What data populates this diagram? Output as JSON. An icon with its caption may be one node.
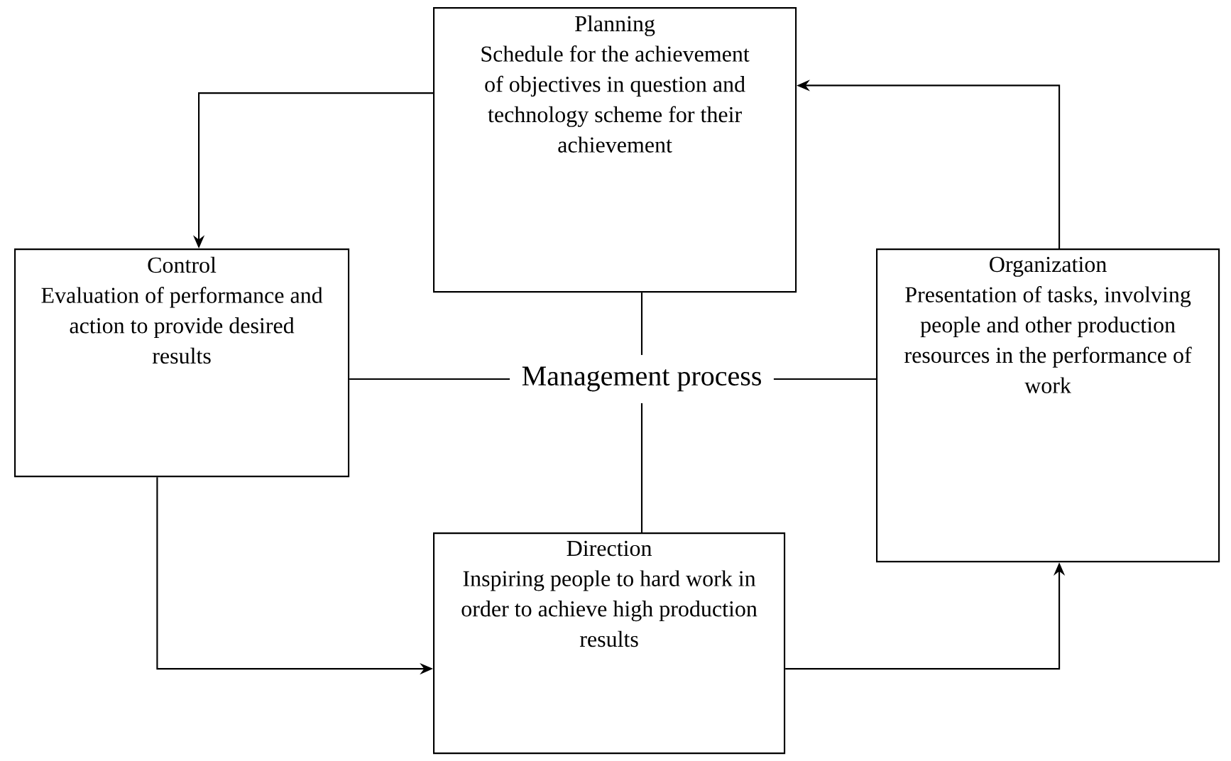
{
  "diagram": {
    "nodes": [
      {
        "text": [
          "Planning",
          "Schedule for the achievement of objectives in question and technology scheme for their achievement"
        ]
      },
      {
        "text": [
          "Control",
          "Evaluation of performance and action to provide desired results"
        ]
      },
      {
        "text": [
          "Management process"
        ]
      },
      {
        "text": [
          "Organization",
          "Presentation of tasks, involving people and other production resources in the performance of work"
        ]
      },
      {
        "text": [
          "Direction",
          "Inspiring people to hard work in order to achieve high production results"
        ]
      }
    ],
    "edges": [
      {
        "from": 2,
        "to": 0,
        "arrow": "none"
      },
      {
        "from": 2,
        "to": 1,
        "arrow": "none"
      },
      {
        "from": 2,
        "to": 3,
        "arrow": "none"
      },
      {
        "from": 2,
        "to": 4,
        "arrow": "none"
      },
      {
        "from": 3,
        "to": 0,
        "arrow": "to"
      },
      {
        "from": 0,
        "to": 1,
        "arrow": "to"
      },
      {
        "from": 1,
        "to": 4,
        "arrow": "to"
      },
      {
        "from": 4,
        "to": 3,
        "arrow": "to"
      }
    ]
  }
}
